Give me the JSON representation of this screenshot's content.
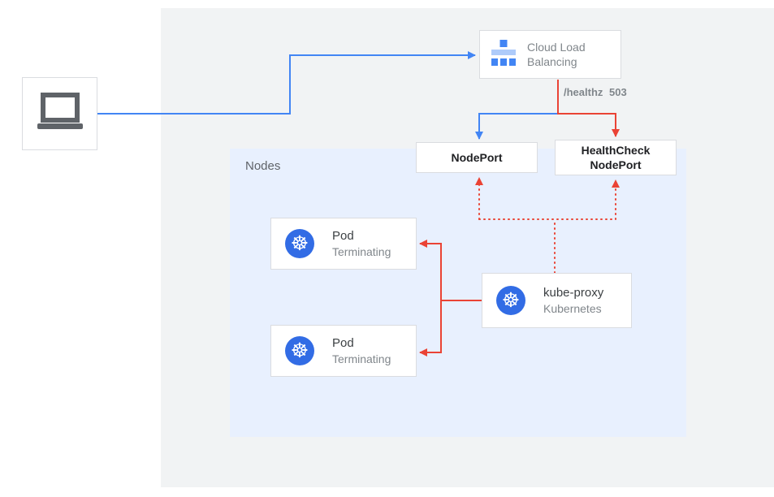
{
  "colors": {
    "accent_blue": "#4285f4",
    "alert_red": "#ea4335",
    "kubernetes_blue": "#326ce5",
    "load_balancer_icon_light_blue": "#aecbfa",
    "outer_panel_bg": "#f1f3f4",
    "nodes_panel_bg": "#e8f0fe",
    "box_border": "#dadce0",
    "text_dark": "#3c4043",
    "text_gray": "#80868b"
  },
  "icons": {
    "kubernetes": "☸"
  },
  "diagram": {
    "load_balancer": {
      "title": "Cloud Load Balancing"
    },
    "health_label": {
      "path": "/healthz",
      "code": "503"
    },
    "nodes_panel": {
      "label": "Nodes"
    },
    "node_port": {
      "label": "NodePort"
    },
    "health_check_node_port": {
      "label": "HealthCheck NodePort"
    },
    "pods": [
      {
        "title": "Pod",
        "status": "Terminating"
      },
      {
        "title": "Pod",
        "status": "Terminating"
      }
    ],
    "kube_proxy": {
      "title": "kube-proxy",
      "subtitle": "Kubernetes"
    }
  }
}
